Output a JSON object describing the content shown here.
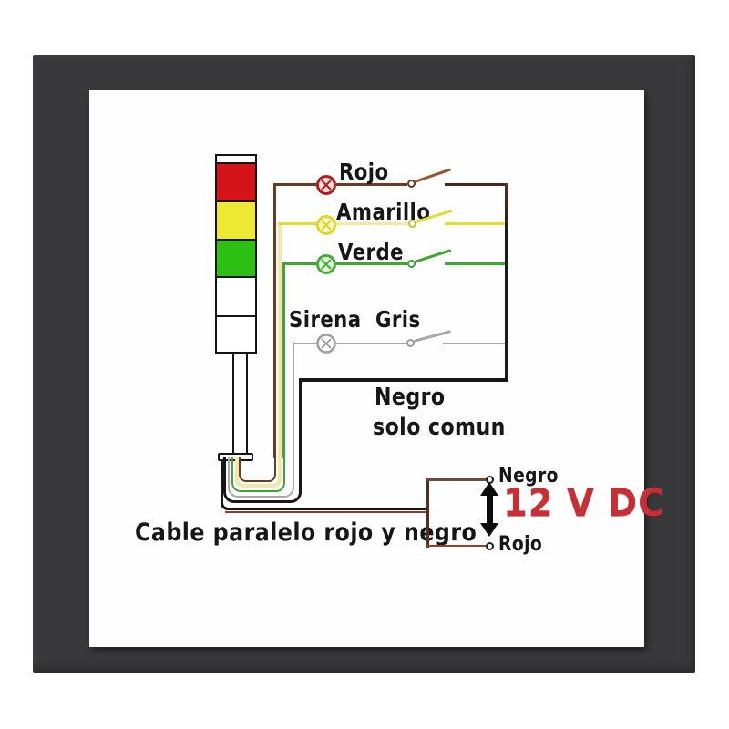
{
  "colors": {
    "frame": "#39393c",
    "ink": "#161616",
    "tower-red": "#d41418",
    "tower-yellow": "#ece833",
    "tower-green": "#2cc012",
    "wire-brown": "#6b3a24",
    "wire-brown-light": "#96572f",
    "wire-brown-dark": "#46281c",
    "wire-yellow": "#e4dc30",
    "wire-yellow-pale": "#efe9a5",
    "wire-green": "#3fa634",
    "wire-gray": "#a8a8a8",
    "wire-black": "#161616",
    "cable-red": "#9a3524",
    "psu-maroon": "#5a2c1e",
    "psu-brown": "#6e4a3c",
    "psu-red": "#93402c",
    "voltage": "#c82f35",
    "lamp-red-ring": "#b51d1d",
    "lamp-red-fill": "#f6e0da",
    "lamp-yellow-ring": "#e0d32a",
    "lamp-yellow-fill": "#fbf6cd",
    "lamp-green-ring": "#46ad3c",
    "lamp-green-fill": "#eaf5df",
    "lamp-gray-ring": "#9d9d9d",
    "lamp-gray-fill": "#ffffff"
  },
  "rows": [
    {
      "id": "rojo",
      "label": "Rojo"
    },
    {
      "id": "amarillo",
      "label": "Amarillo"
    },
    {
      "id": "verde",
      "label": "Verde"
    },
    {
      "id": "sirena",
      "label": "Sirena Gris"
    }
  ],
  "common": {
    "line1": "Negro",
    "line2": "solo comun"
  },
  "cable": {
    "label": "Cable paralelo rojo y negro"
  },
  "psu": {
    "negative_label": "Negro",
    "positive_label": "Rojo",
    "voltage_label": "12 V DC"
  }
}
